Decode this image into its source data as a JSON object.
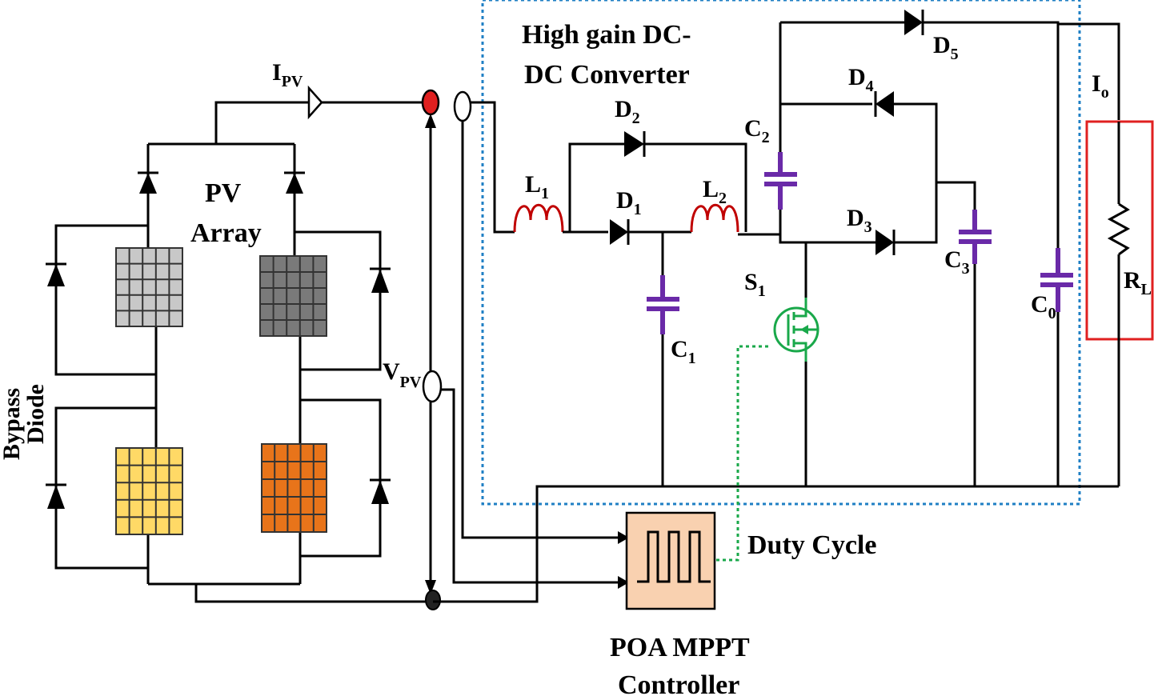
{
  "labels": {
    "converter_title_1": "High gain DC-",
    "converter_title_2": "DC Converter",
    "pv_array_1": "PV",
    "pv_array_2": "Array",
    "bypass_1": "Bypass",
    "bypass_2": "Diode",
    "ipv_main": "I",
    "ipv_sub": "PV",
    "vpv_main": "V",
    "vpv_sub": "PV",
    "l1": "L",
    "l1_sub": "1",
    "l2": "L",
    "l2_sub": "2",
    "d1": "D",
    "d1_sub": "1",
    "d2": "D",
    "d2_sub": "2",
    "d3": "D",
    "d3_sub": "3",
    "d4": "D",
    "d4_sub": "4",
    "d5": "D",
    "d5_sub": "5",
    "c1": "C",
    "c1_sub": "1",
    "c2": "C",
    "c2_sub": "2",
    "c3": "C",
    "c3_sub": "3",
    "c0": "C",
    "c0_sub": "0",
    "s1": "S",
    "s1_sub": "1",
    "io": "I",
    "io_sub": "o",
    "rl": "R",
    "rl_sub": "L",
    "duty_cycle": "Duty Cycle",
    "controller_1": "POA MPPT",
    "controller_2": "Controller"
  },
  "colors": {
    "panel_top_left": "#c8c8c8",
    "panel_top_right": "#7a7a7a",
    "panel_bottom_left": "#ffd966",
    "panel_bottom_right": "#e8741a",
    "converter_border": "#1f7fc4",
    "load_border": "#e02020",
    "capacitor": "#6a2aa8",
    "inductor": "#c00000",
    "switch": "#19a84a",
    "controller_fill": "#f9d1b0",
    "node_red": "#e02020"
  }
}
